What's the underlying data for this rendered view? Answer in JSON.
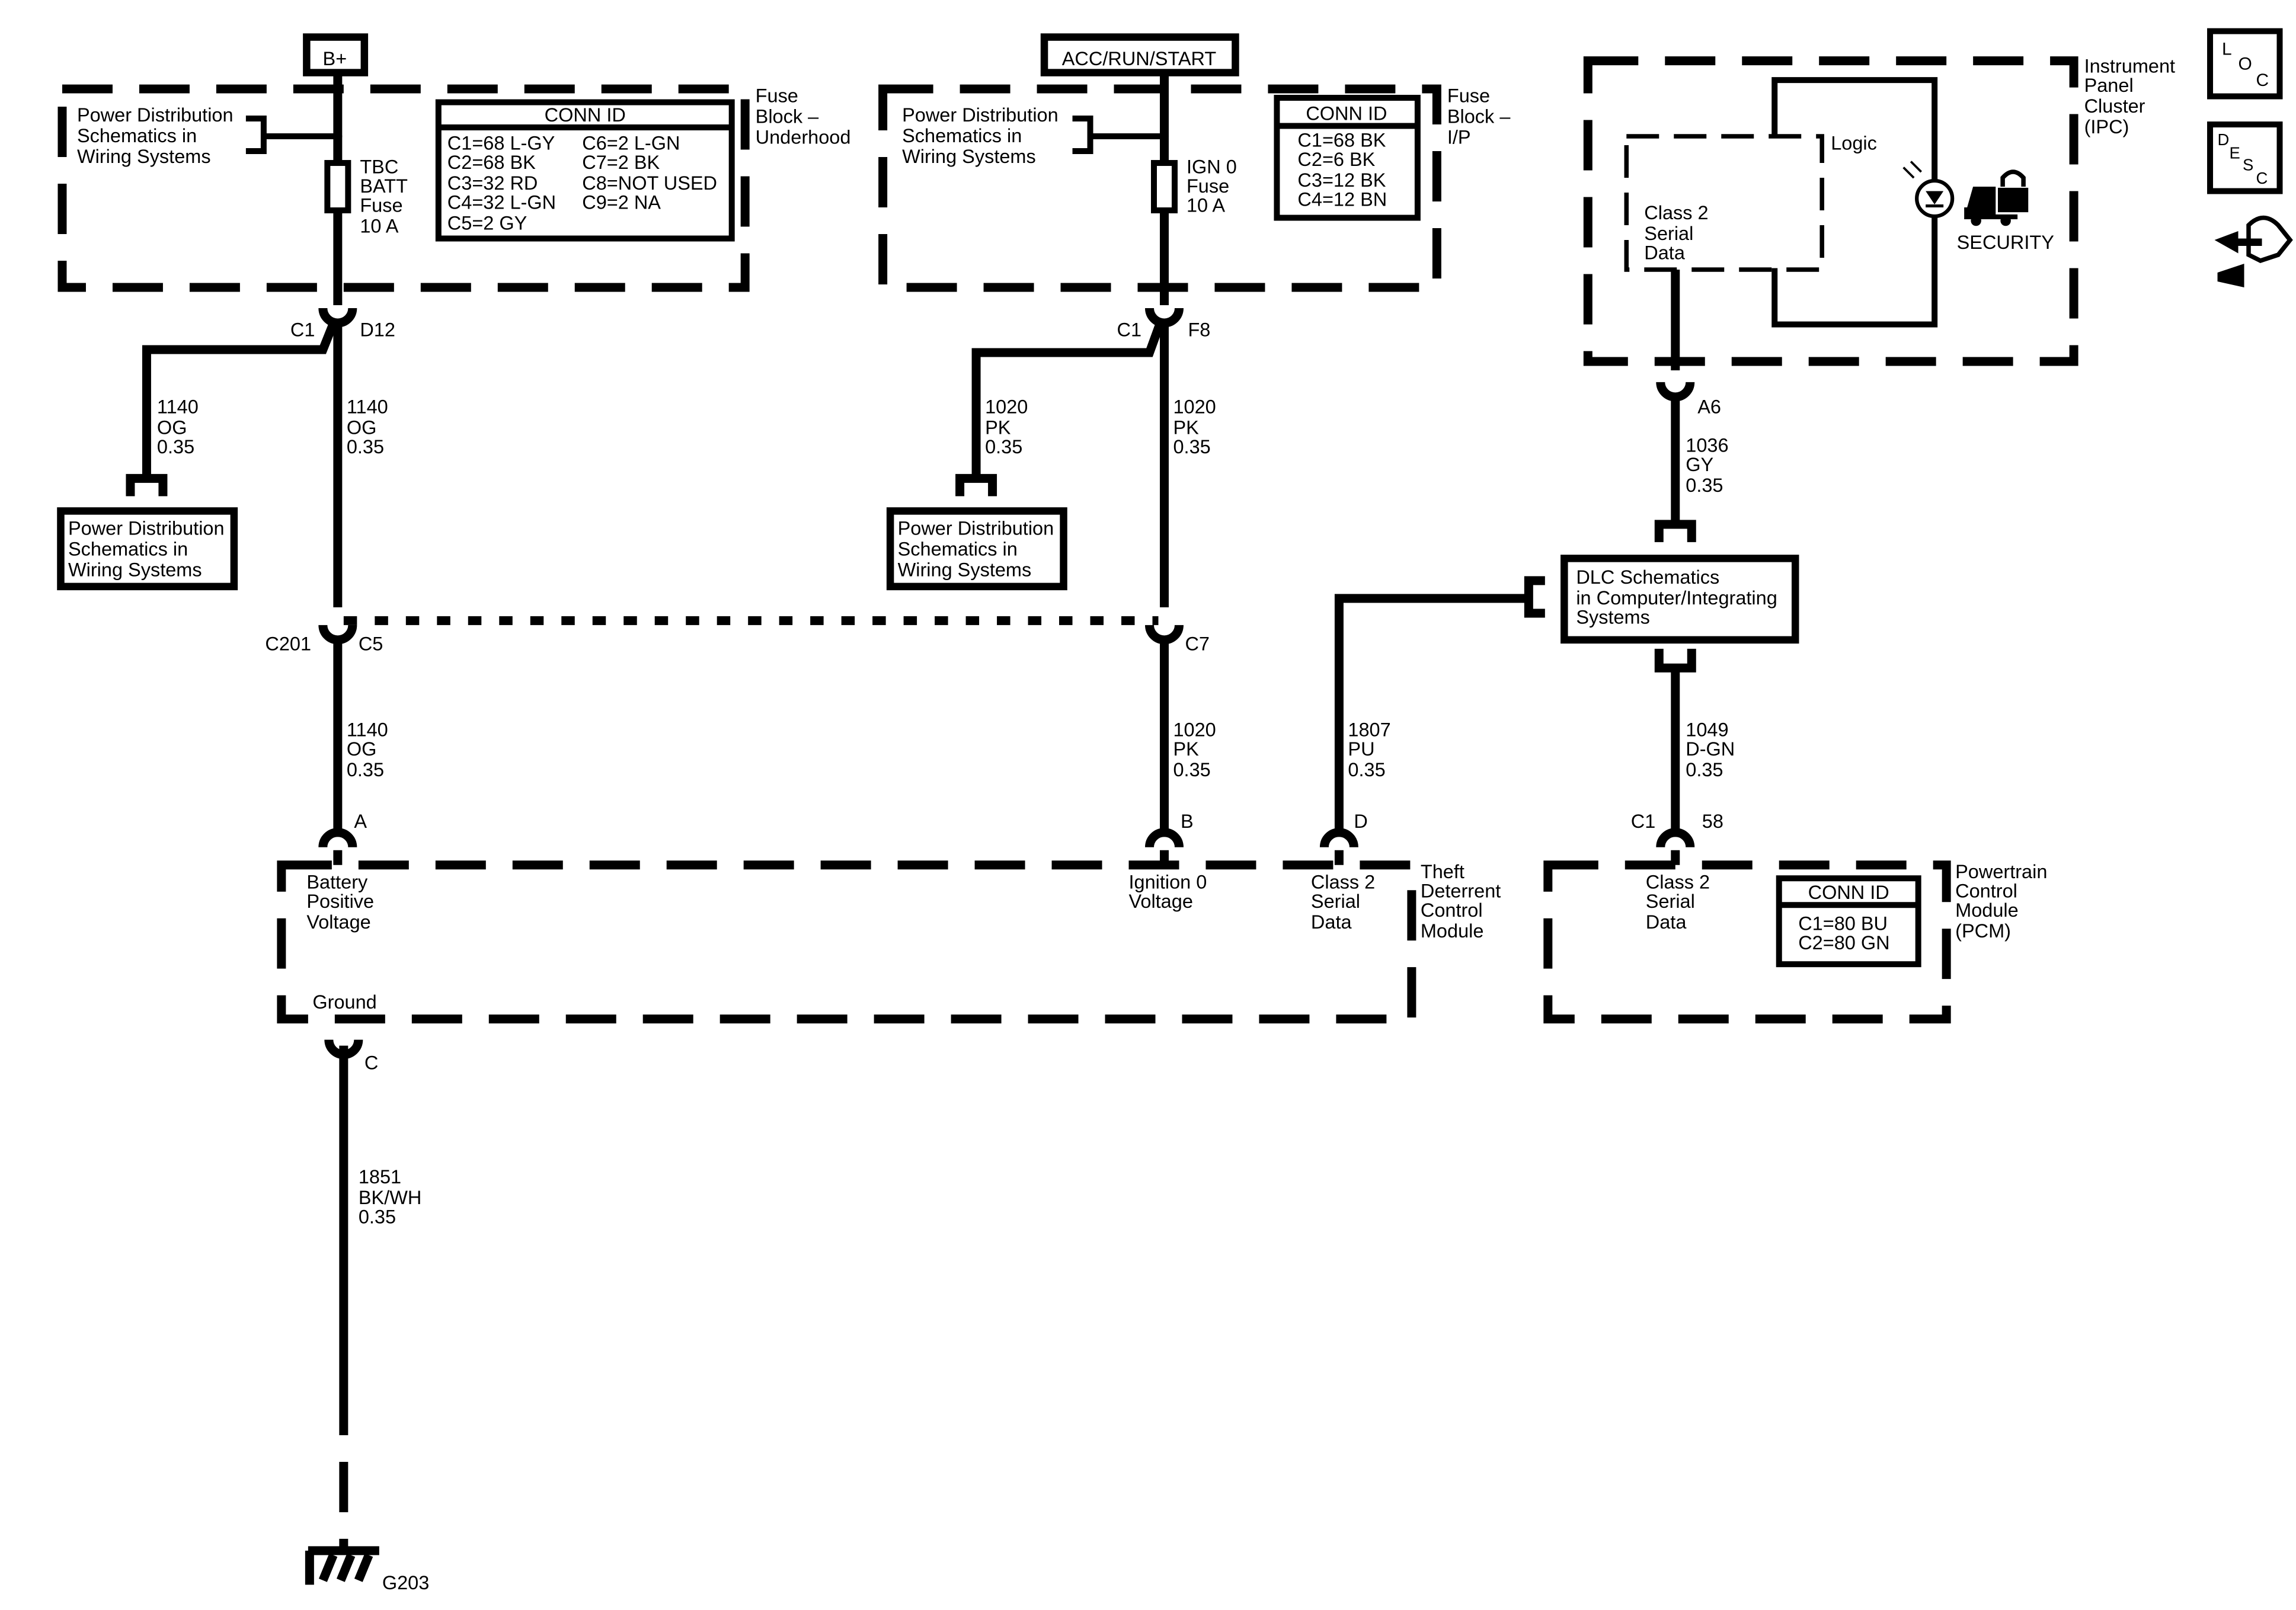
{
  "power_sources": {
    "b_plus": "B+",
    "acc_run_start": "ACC/RUN/START"
  },
  "fuse_block_underhood": {
    "title": [
      "Fuse",
      "Block –",
      "Underhood"
    ],
    "ref": [
      "Power Distribution",
      "Schematics in",
      "Wiring Systems"
    ],
    "fuse": [
      "TBC",
      "BATT",
      "Fuse",
      "10 A"
    ],
    "conn_id_title": "CONN ID",
    "conn_id_left": [
      "C1=68 L-GY",
      "C2=68 BK",
      "C3=32 RD",
      "C4=32 L-GN",
      "C5=2 GY"
    ],
    "conn_id_right": [
      "C6=2 L-GN",
      "C7=2 BK",
      "C8=NOT USED",
      "C9=2 NA"
    ]
  },
  "fuse_block_ip": {
    "title": [
      "Fuse",
      "Block –",
      "I/P"
    ],
    "ref": [
      "Power Distribution",
      "Schematics in",
      "Wiring Systems"
    ],
    "fuse": [
      "IGN 0",
      "Fuse",
      "10 A"
    ],
    "conn_id_title": "CONN ID",
    "conn_id": [
      "C1=68 BK",
      "C2=6 BK",
      "C3=12 BK",
      "C4=12 BN"
    ]
  },
  "ipc": {
    "title": [
      "Instrument",
      "Panel",
      "Cluster",
      "(IPC)"
    ],
    "logic": "Logic",
    "serial": [
      "Class 2",
      "Serial",
      "Data"
    ],
    "security": "SECURITY"
  },
  "side_icons": {
    "loc": [
      "L",
      "O",
      "C"
    ],
    "desc": [
      "D",
      "E",
      "S",
      "C"
    ],
    "icons": [
      "loc-icon",
      "desc-icon",
      "connector-hand-icon"
    ]
  },
  "pins": {
    "c1_left": "C1",
    "d12": "D12",
    "c1_mid": "C1",
    "f8": "F8",
    "a6": "A6",
    "c201": "C201",
    "c5": "C5",
    "c7": "C7",
    "a": "A",
    "b": "B",
    "d": "D",
    "c1_pcm": "C1",
    "p58": "58",
    "c": "C",
    "g203": "G203"
  },
  "wires": {
    "w1140_branch": [
      "1140",
      "OG",
      "0.35"
    ],
    "w1140_main": [
      "1140",
      "OG",
      "0.35"
    ],
    "w1020_branch": [
      "1020",
      "PK",
      "0.35"
    ],
    "w1020_main": [
      "1020",
      "PK",
      "0.35"
    ],
    "w1036": [
      "1036",
      "GY",
      "0.35"
    ],
    "w1140_lower": [
      "1140",
      "OG",
      "0.35"
    ],
    "w1020_lower": [
      "1020",
      "PK",
      "0.35"
    ],
    "w1807": [
      "1807",
      "PU",
      "0.35"
    ],
    "w1049": [
      "1049",
      "D-GN",
      "0.35"
    ],
    "w1851": [
      "1851",
      "BK/WH",
      "0.35"
    ]
  },
  "ref_boxes": {
    "power_dist_left": [
      "Power Distribution",
      "Schematics in",
      "Wiring Systems"
    ],
    "power_dist_mid": [
      "Power Distribution",
      "Schematics in",
      "Wiring Systems"
    ],
    "dlc": [
      "DLC Schematics",
      "in Computer/Integrating",
      "Systems"
    ]
  },
  "theft_module": {
    "title": [
      "Theft",
      "Deterrent",
      "Control",
      "Module"
    ],
    "battery": [
      "Battery",
      "Positive",
      "Voltage"
    ],
    "ignition": [
      "Ignition 0",
      "Voltage"
    ],
    "serial": [
      "Class 2",
      "Serial",
      "Data"
    ],
    "ground": "Ground"
  },
  "pcm": {
    "title": [
      "Powertrain",
      "Control",
      "Module",
      "(PCM)"
    ],
    "serial": [
      "Class 2",
      "Serial",
      "Data"
    ],
    "conn_id_title": "CONN ID",
    "conn_id": [
      "C1=80 BU",
      "C2=80 GN"
    ]
  }
}
